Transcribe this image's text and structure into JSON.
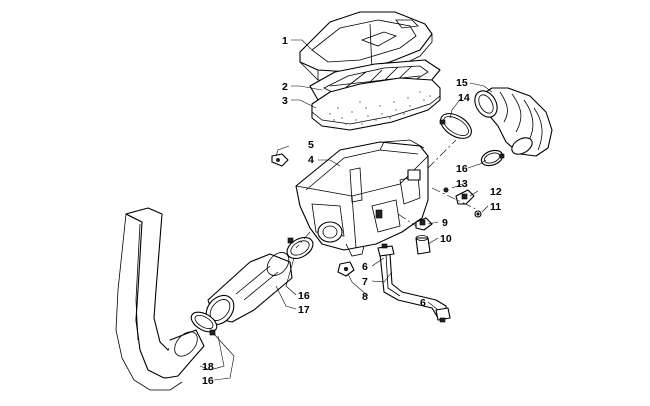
{
  "callouts": [
    {
      "id": "c1",
      "text": "1"
    },
    {
      "id": "c2",
      "text": "2"
    },
    {
      "id": "c3",
      "text": "3"
    },
    {
      "id": "c5",
      "text": "5"
    },
    {
      "id": "c4",
      "text": "4"
    },
    {
      "id": "c15",
      "text": "15"
    },
    {
      "id": "c14",
      "text": "14"
    },
    {
      "id": "c16a",
      "text": "16"
    },
    {
      "id": "c13",
      "text": "13"
    },
    {
      "id": "c12",
      "text": "12"
    },
    {
      "id": "c11",
      "text": "11"
    },
    {
      "id": "c9",
      "text": "9"
    },
    {
      "id": "c10",
      "text": "10"
    },
    {
      "id": "c6a",
      "text": "6"
    },
    {
      "id": "c7",
      "text": "7"
    },
    {
      "id": "c8",
      "text": "8"
    },
    {
      "id": "c16b",
      "text": "16"
    },
    {
      "id": "c17",
      "text": "17"
    },
    {
      "id": "c6b",
      "text": "6"
    },
    {
      "id": "c18",
      "text": "18"
    },
    {
      "id": "c16c",
      "text": "16"
    }
  ]
}
